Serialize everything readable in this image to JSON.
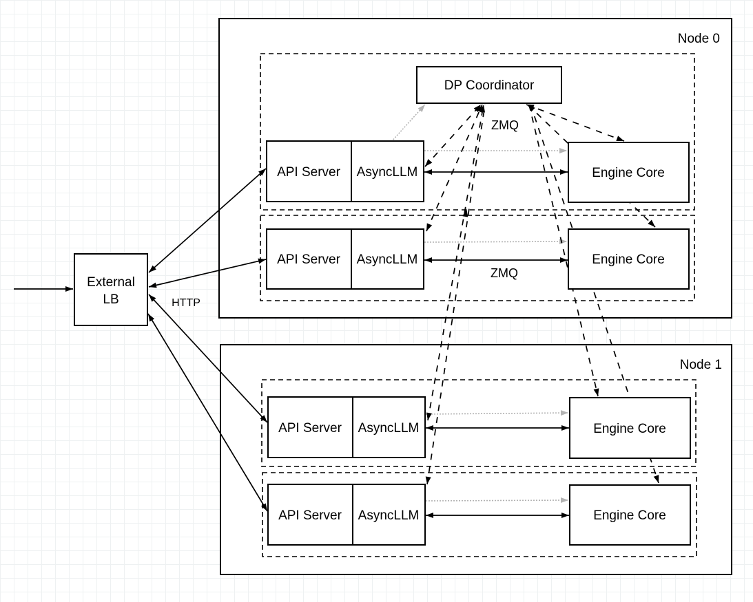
{
  "diagram": {
    "colors": {
      "line": "#000000",
      "muted_line": "#b3b3b3"
    },
    "external_lb": {
      "label_lines": [
        "External",
        "LB"
      ]
    },
    "labels": {
      "http": "HTTP"
    },
    "nodes": [
      {
        "title": "Node 0",
        "dp_coordinator": "DP Coordinator",
        "zmq_labels": [
          "ZMQ",
          "ZMQ"
        ],
        "rows": [
          {
            "api_server": "API Server",
            "async_llm": "AsyncLLM",
            "engine_core": "Engine Core"
          },
          {
            "api_server": "API Server",
            "async_llm": "AsyncLLM",
            "engine_core": "Engine Core"
          }
        ]
      },
      {
        "title": "Node 1",
        "rows": [
          {
            "api_server": "API Server",
            "async_llm": "AsyncLLM",
            "engine_core": "Engine Core"
          },
          {
            "api_server": "API Server",
            "async_llm": "AsyncLLM",
            "engine_core": "Engine Core"
          }
        ]
      }
    ]
  }
}
